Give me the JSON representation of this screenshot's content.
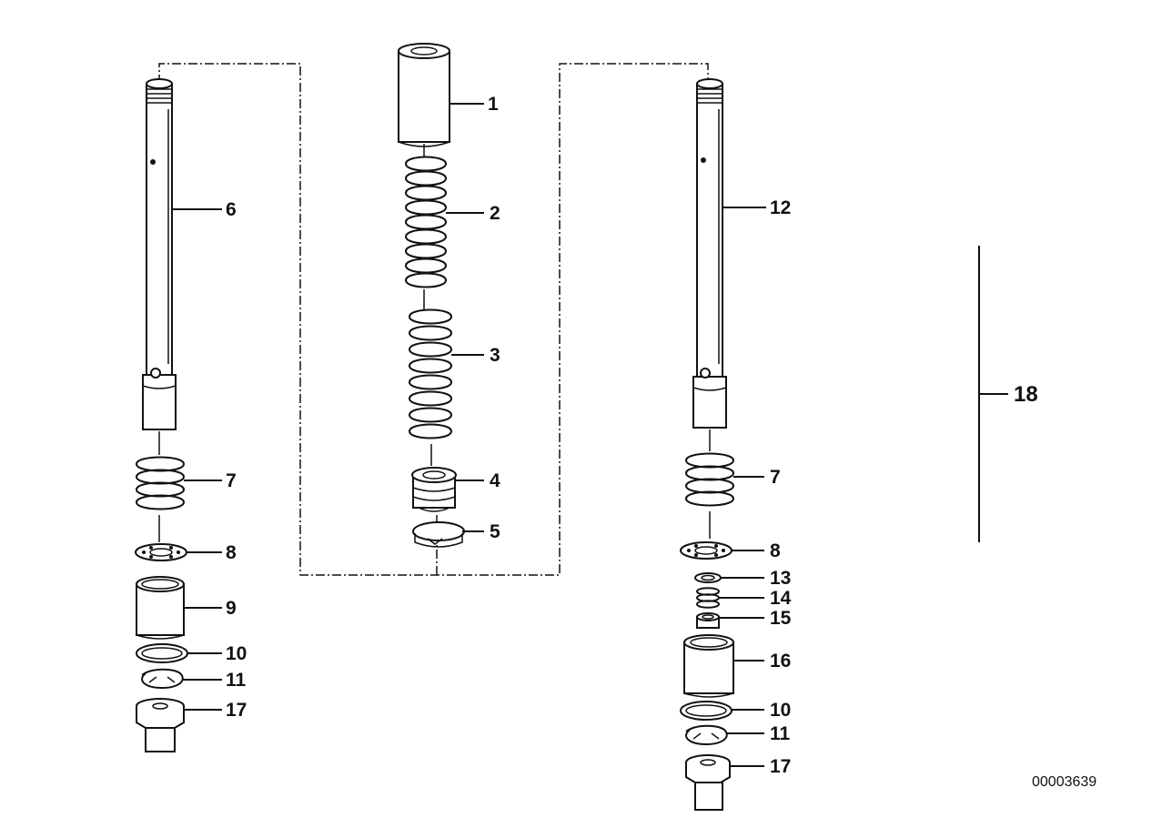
{
  "diagram": {
    "doc_number": "00003639",
    "callouts": {
      "c1": "1",
      "c2": "2",
      "c3": "3",
      "c4": "4",
      "c5": "5",
      "c6": "6",
      "c7a": "7",
      "c8a": "8",
      "c9": "9",
      "c10a": "10",
      "c11a": "11",
      "c17a": "17",
      "c12": "12",
      "c7b": "7",
      "c8b": "8",
      "c13": "13",
      "c14": "14",
      "c15": "15",
      "c16": "16",
      "c10b": "10",
      "c11b": "11",
      "c17b": "17",
      "c18": "18"
    }
  }
}
